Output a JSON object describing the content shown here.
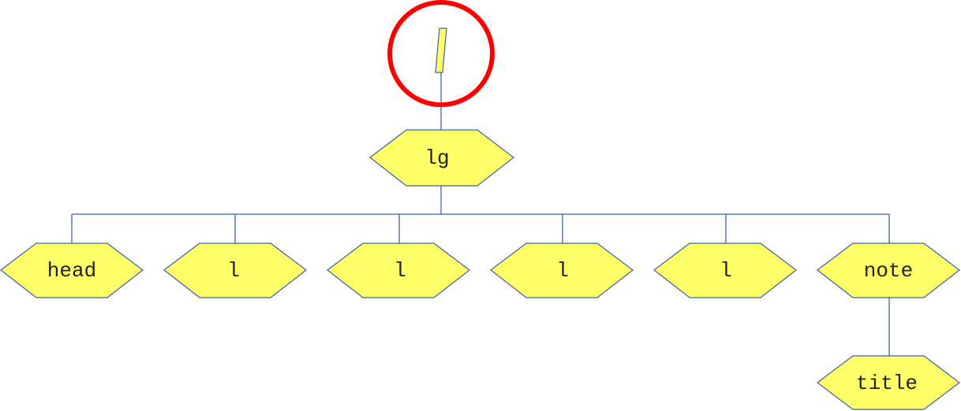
{
  "tree": {
    "root": {
      "highlight_color": "#ff0000"
    },
    "top": {
      "label": "lg"
    },
    "children": [
      {
        "label": "head"
      },
      {
        "label": "l"
      },
      {
        "label": "l"
      },
      {
        "label": "l"
      },
      {
        "label": "l"
      },
      {
        "label": "note"
      }
    ],
    "grandchild": {
      "label": "title"
    }
  },
  "colors": {
    "node_fill": "#ffff66",
    "node_stroke": "#3a62b0",
    "connector": "#3a62b0"
  }
}
